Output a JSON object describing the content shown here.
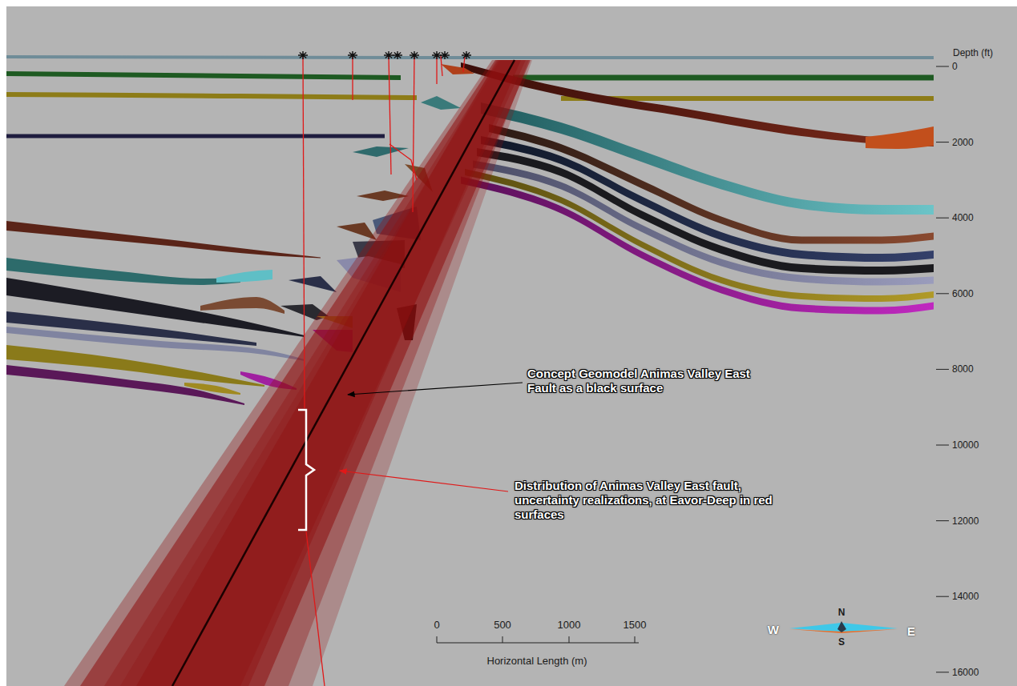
{
  "diagram": {
    "labels": [
      "Depth (ft)",
      "0",
      "2000",
      "4000",
      "6000",
      "8000",
      "10000",
      "12000",
      "14000",
      "16000",
      "0",
      "500",
      "1000",
      "1500",
      "Horizontal Length (m)",
      "W",
      "N",
      "S",
      "E",
      "Concept Geomodel Animas Valley East Fault as a black surface",
      "Distribution of Animas Valley East fault, uncertainty realizations, at Eavor-Deep in red surfaces"
    ]
  }
}
